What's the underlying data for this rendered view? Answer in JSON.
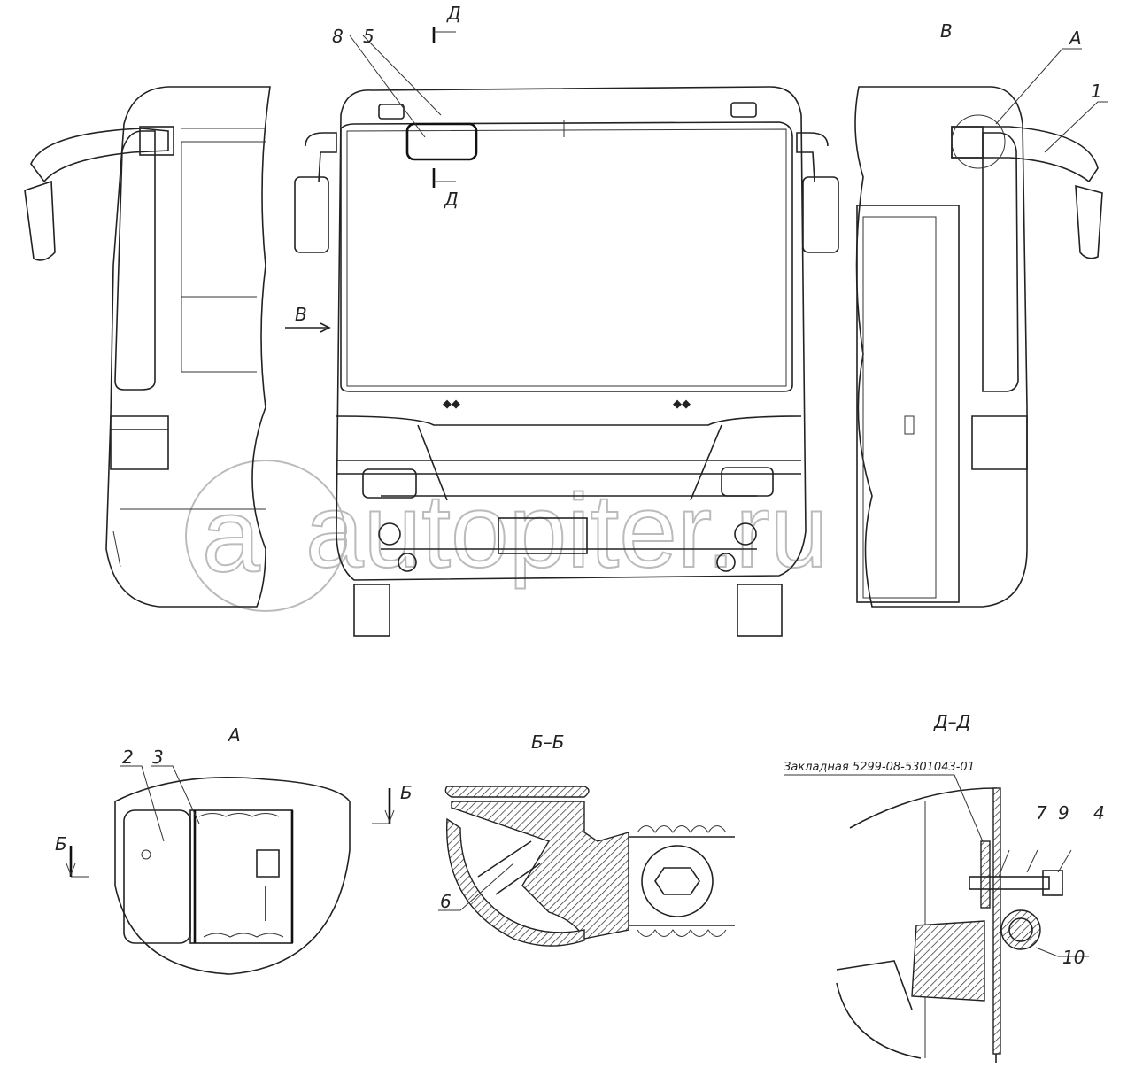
{
  "drawing": {
    "section_marks": {
      "d_top": "Д",
      "d_bottom": "Д",
      "b_left": "Б",
      "b_right": "Б"
    },
    "view_labels": {
      "view_v_title": "В",
      "view_v_arrow": "В",
      "detail_a_marker": "А",
      "detail_a_title": "А",
      "section_bb_title": "Б–Б",
      "section_dd_title": "Д–Д"
    },
    "callouts": {
      "c1": "1",
      "c2": "2",
      "c3": "3",
      "c4": "4",
      "c5": "5",
      "c6": "6",
      "c7": "7",
      "c8": "8",
      "c9": "9",
      "c10": "10"
    },
    "note": "Закладная 5299-08-5301043-01",
    "watermark": "autopiter.ru"
  }
}
